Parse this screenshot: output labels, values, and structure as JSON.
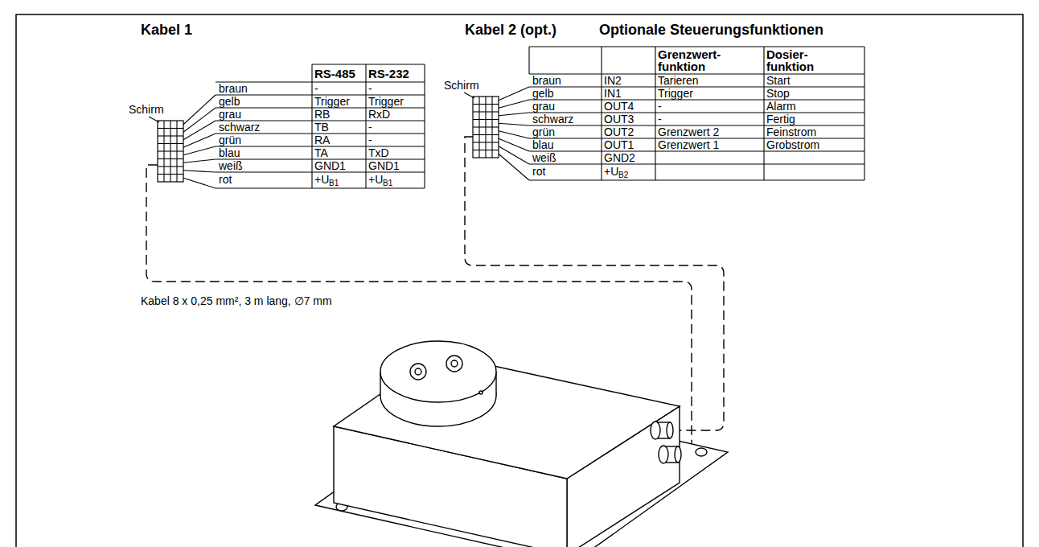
{
  "diagram": {
    "labels": [
      "Kabel 1",
      "RS-485",
      "RS-232",
      "braun",
      "-",
      "-",
      "gelb",
      "Trigger",
      "Trigger",
      "grau",
      "RB",
      "RxD",
      "schwarz",
      "TB",
      "-",
      "grün",
      "RA",
      "-",
      "blau",
      "TA",
      "TxD",
      "weiß",
      "GND1",
      "GND1",
      "rot",
      "+U",
      "B1",
      "+U",
      "B1",
      "Schirm",
      "Kabel 2 (opt.)",
      "Optionale Steuerungsfunktionen",
      "Grenzwert- funktion",
      "Dosier- funktion",
      "braun",
      "IN2",
      "Tarieren",
      "Start",
      "gelb",
      "IN1",
      "Trigger",
      "Stop",
      "grau",
      "OUT4",
      "-",
      "Alarm",
      "schwarz",
      "OUT3",
      "-",
      "Fertig",
      "grün",
      "OUT2",
      "Grenzwert 2",
      "Feinstrom",
      "blau",
      "OUT1",
      "Grenzwert 1",
      "Grobstrom",
      "weiß",
      "GND2",
      "rot",
      "+U",
      "B2",
      "Schirm",
      "Kabel 8 x 0,25 mm², 3 m lang, ∅7 mm"
    ]
  }
}
